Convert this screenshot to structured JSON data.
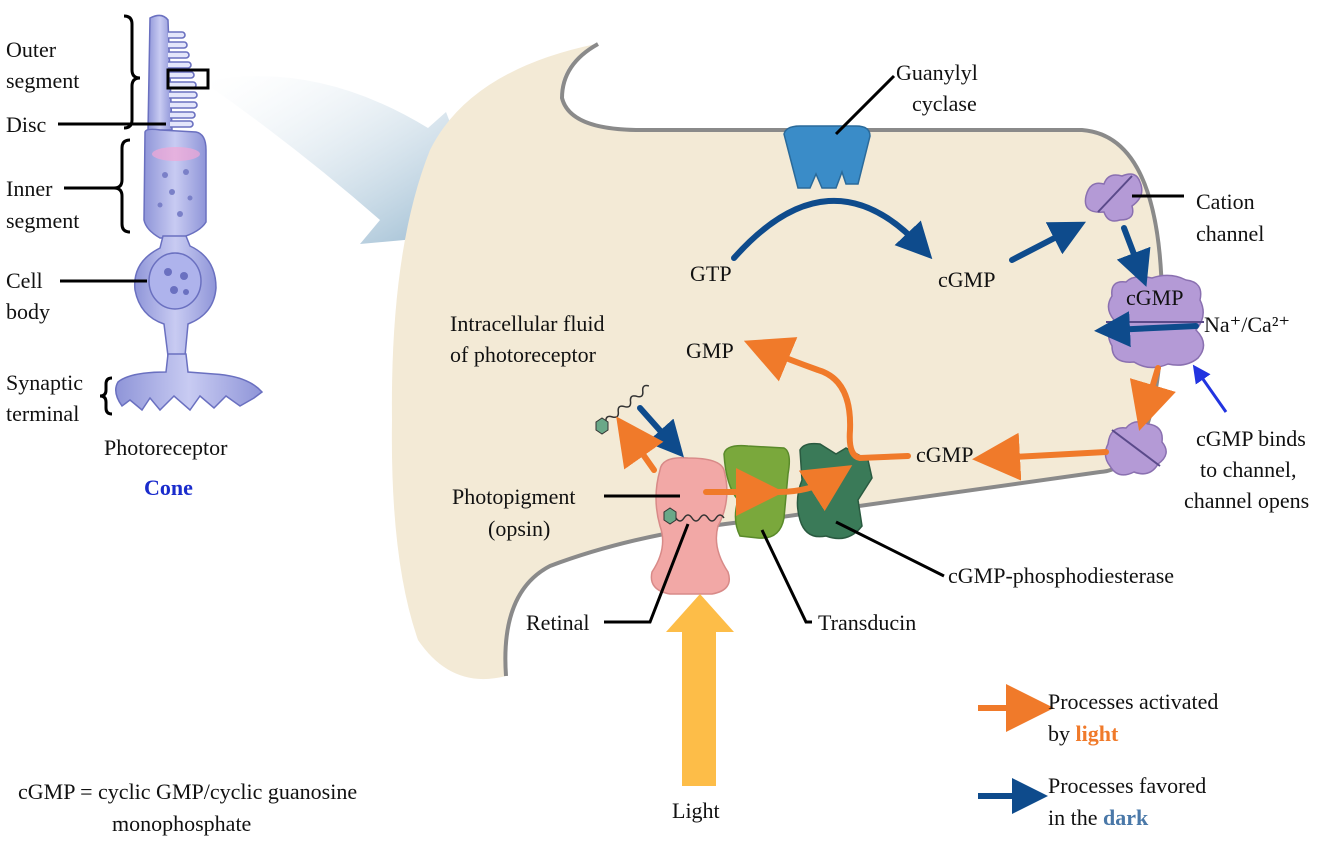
{
  "cell_labels": {
    "outer_segment": [
      "Outer",
      "segment"
    ],
    "disc": "Disc",
    "inner_segment": [
      "Inner",
      "segment"
    ],
    "cell_body": [
      "Cell",
      "body"
    ],
    "synaptic_terminal": [
      "Synaptic",
      "terminal"
    ],
    "photoreceptor": "Photoreceptor",
    "cone": "Cone"
  },
  "pathway_labels": {
    "guanylyl_cyclase": [
      "Guanylyl",
      "cyclase"
    ],
    "gtp": "GTP",
    "cgmp_top": "cGMP",
    "cation_channel": [
      "Cation",
      "channel"
    ],
    "cgmp_channel": "cGMP",
    "ions": "Na⁺/Ca²⁺",
    "cgmp_binds": [
      "cGMP binds",
      "to channel,",
      "channel opens"
    ],
    "intracellular": [
      "Intracellular fluid",
      "of photoreceptor"
    ],
    "gmp": "GMP",
    "cgmp_mid": "cGMP",
    "photopigment": [
      "Photopigment",
      "(opsin)"
    ],
    "retinal": "Retinal",
    "transducin": "Transducin",
    "pde": "cGMP-phosphodiesterase",
    "light": "Light"
  },
  "legend": {
    "orange_text": "Processes activated",
    "orange_prefix": "by ",
    "orange_emph": "light",
    "blue_text": "Processes favored",
    "blue_prefix": "in the ",
    "blue_emph": "dark"
  },
  "footnote": [
    "cGMP = cyclic GMP/cyclic guanosine",
    "monophosphate"
  ],
  "colors": {
    "light_process": "#f07a2a",
    "dark_process": "#0e4b8c",
    "cytoplasm": "#f3ead6",
    "light_arrow": "#fdbd48",
    "cone_label": "#1a2ccc",
    "light_word": "#f07a2a",
    "dark_word": "#4a78a8"
  }
}
